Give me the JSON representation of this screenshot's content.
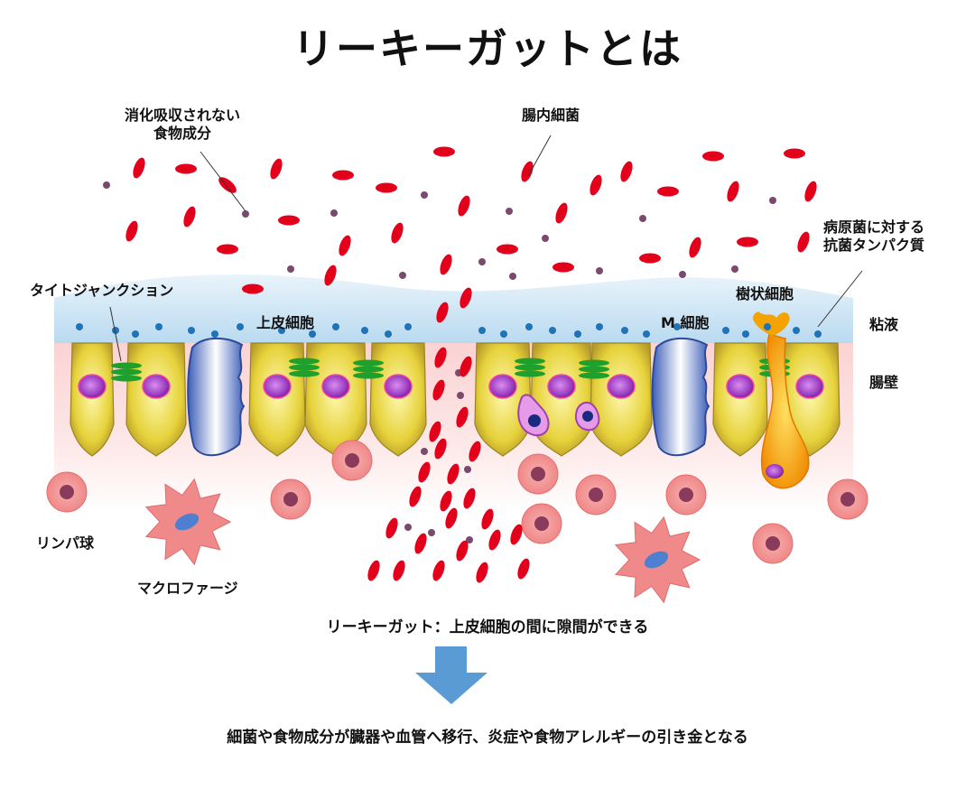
{
  "title": "リーキーガットとは",
  "labels": {
    "undigested_food": "消化吸収されない\n食物成分",
    "gut_bacteria": "腸内細菌",
    "antimicrobial_protein": "病原菌に対する\n抗菌タンパク質",
    "tight_junction": "タイトジャンクション",
    "epithelial_cell": "上皮細胞",
    "m_cell": "M 細胞",
    "dendritic_cell": "樹状細胞",
    "mucus": "粘液",
    "intestinal_wall": "腸壁",
    "lymphocyte": "リンパ球",
    "macrophage": "マクロファージ"
  },
  "caption": "リーキーガット：上皮細胞の間に隙間ができる",
  "conclusion": "細菌や食物成分が臓器や血管へ移行、炎症や食物アレルギーの引き金となる",
  "colors": {
    "bacteria": "#e3001b",
    "food_particle": "#7a4a6e",
    "mucus_layer": "#cfe6f5",
    "mucus_dots": "#1f73b7",
    "wall_pink": "#fde3e3",
    "epithelial_fill": "#e8d84a",
    "nucleus": "#9b3cc0",
    "tight_junction": "#1fa02c",
    "m_cell": "#5577c7",
    "dendritic": "#f5a300",
    "lymphocyte": "#f08a8a",
    "macrophage": "#f08a8a",
    "arrow": "#5b9bd5"
  }
}
